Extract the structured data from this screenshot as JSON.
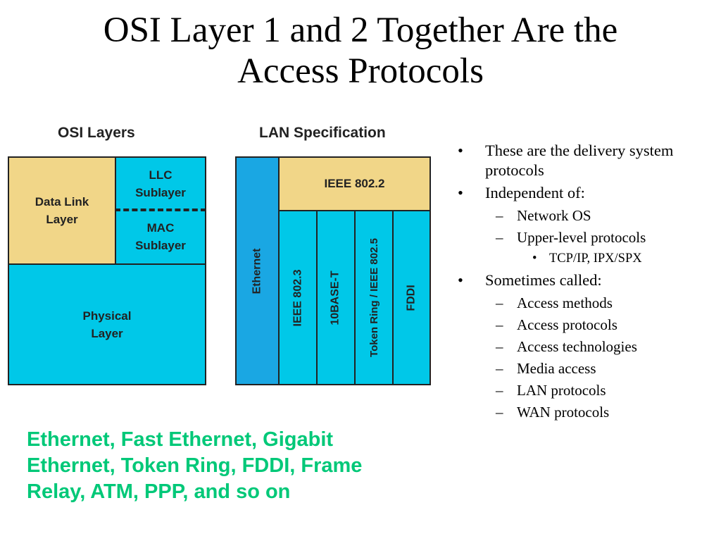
{
  "title": {
    "line1": "OSI Layer 1 and 2 Together Are the",
    "line2": "Access Protocols"
  },
  "diagram": {
    "osi_header": "OSI Layers",
    "lan_header": "LAN Specification",
    "data_link": {
      "line1": "Data Link",
      "line2": "Layer"
    },
    "llc": {
      "line1": "LLC",
      "line2": "Sublayer"
    },
    "mac": {
      "line1": "MAC",
      "line2": "Sublayer"
    },
    "physical": {
      "line1": "Physical",
      "line2": "Layer"
    },
    "ethernet": "Ethernet",
    "ieee8022": "IEEE 802.2",
    "ieee8023": "IEEE 802.3",
    "base10t": "10BASE-T",
    "token_ring": "Token Ring / IEEE 802.5",
    "fddi": "FDDI",
    "colors": {
      "tan": "#f1d688",
      "cyan": "#00c8e8",
      "blue": "#1aa7e3",
      "green_text": "#00c878"
    }
  },
  "bullets": {
    "item1": "These are the delivery system protocols",
    "item2": "Independent of:",
    "item2_sub1": "Network OS",
    "item2_sub2": "Upper-level protocols",
    "item2_sub2_sub1": "TCP/IP, IPX/SPX",
    "item3": "Sometimes called:",
    "item3_subs": [
      "Access methods",
      "Access protocols",
      "Access technologies",
      "Media access",
      "LAN protocols",
      "WAN protocols"
    ]
  },
  "footer": {
    "line1": "Ethernet, Fast Ethernet, Gigabit",
    "line2": "Ethernet, Token Ring, FDDI, Frame",
    "line3": "Relay, ATM, PPP, and so on"
  }
}
